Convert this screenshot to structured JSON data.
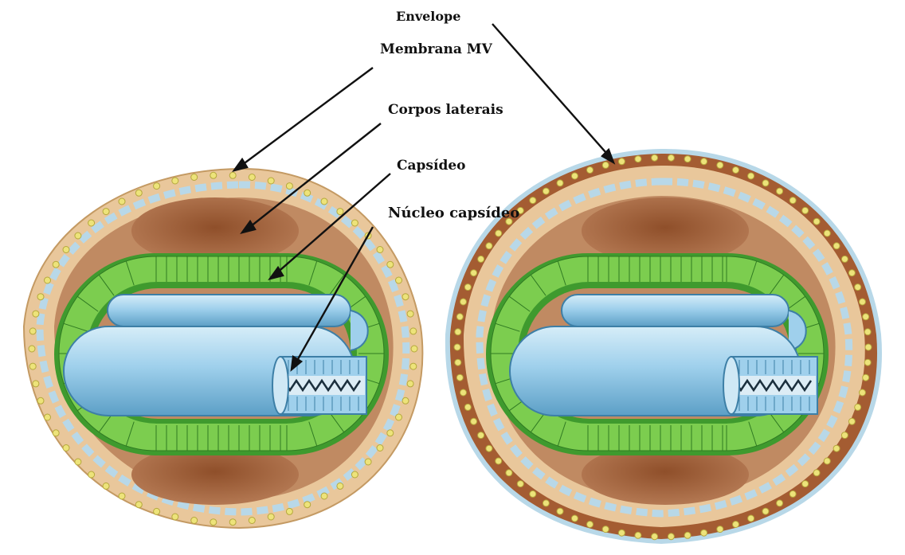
{
  "labels": {
    "envelope": "Envelope",
    "membrane": "Membrana MV",
    "lateral_bodies": "Corpos laterais",
    "capsid": "Capsídeo",
    "core": "Núcleo capsídeo"
  },
  "colors": {
    "outer_fill": "#e9c79b",
    "membrane_blue": "#b8d8e8",
    "protein_yellow": "#ede37a",
    "brown_fill": "#c08a62",
    "lateral_body": "#9a5a33",
    "capsid_green": "#7ccd4f",
    "capsid_dark": "#3f9a2e",
    "core_blue": "#9fd0ec",
    "core_dark": "#3d7fa6",
    "envelope_rim": "#a45c32"
  }
}
